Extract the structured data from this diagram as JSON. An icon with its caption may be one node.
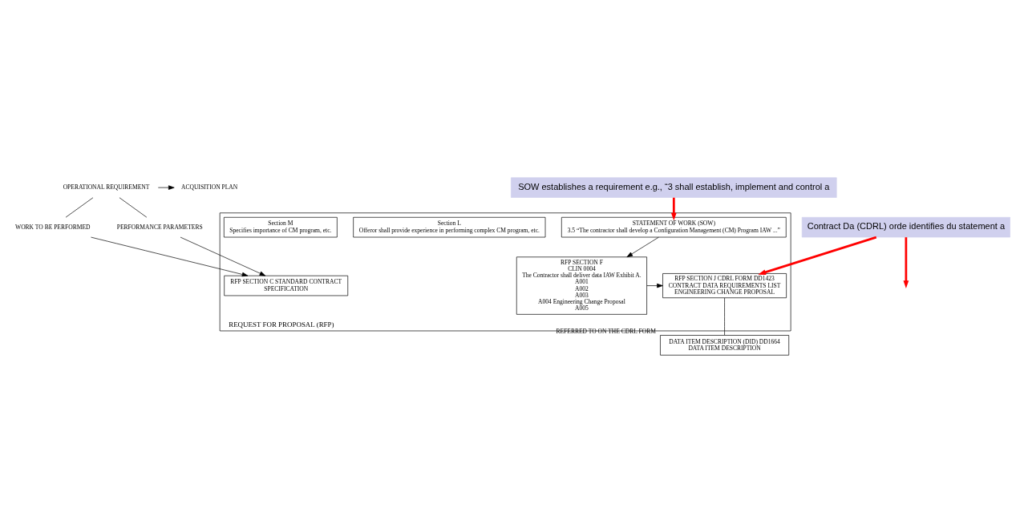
{
  "diagram": {
    "nodes": [
      {
        "text": [
          "OPERATIONAL REQUIREMENT"
        ]
      },
      {
        "text": [
          "ACQUISITION PLAN"
        ]
      },
      {
        "text": [
          "WORK TO BE PERFORMED"
        ]
      },
      {
        "text": [
          "PERFORMANCE PARAMETERS"
        ]
      },
      {
        "text": [
          "REQUEST FOR PROPOSAL (RFP)"
        ]
      },
      {
        "text": [
          "RFP SECTION C STANDARD CONTRACT",
          "SPECIFICATION"
        ],
        "in": 4
      },
      {
        "text": [
          "STATEMENT OF WORK (SOW)",
          "3.5 “The contractor shall develop a Configuration Management (CM) Program IAW ...”"
        ],
        "in": 4
      },
      {
        "text": [
          "RFP SECTION F",
          "CLIN 0004",
          "The Contractor shall deliver data IAW Exhibit A.",
          "A001",
          "A002",
          "A003",
          "A004 Engineering Change Proposal",
          "A005"
        ],
        "in": 4
      },
      {
        "text": [
          "RFP SECTION J CDRL FORM DD1423",
          "CONTRACT DATA REQUIREMENTS LIST",
          "ENGINEERING CHANGE PROPOSAL"
        ],
        "in": 4
      },
      {
        "text": [
          "Section L",
          "Offeror shall provide experience in performing complex CM program, etc."
        ],
        "in": 4
      },
      {
        "text": [
          "Section M",
          "Specifies importance of CM program, etc."
        ],
        "in": 4
      },
      {
        "text": [
          "DATA ITEM DESCRIPTION (DID) DD1664",
          "DATA ITEM DESCRIPTION"
        ],
        "beside": [
          "REFERRED TO ON THE CDRL FORM"
        ]
      },
      {
        "text": [
          "Contract Da (CDRL) orde identifies du statement a"
        ]
      },
      {
        "text": [
          "SOW establishes a requirement e.g., “3 shall establish, implement and control a"
        ]
      }
    ],
    "edges": [
      {
        "from": 0,
        "to": 1,
        "arrow": "to"
      },
      {
        "from": 0,
        "to": 2,
        "arrow": "none"
      },
      {
        "from": 0,
        "to": 3,
        "arrow": "none"
      },
      {
        "from": 2,
        "to": 5,
        "arrow": "to"
      },
      {
        "from": 3,
        "to": 5,
        "arrow": "to"
      },
      {
        "from": 7,
        "to": 8,
        "arrow": "to"
      },
      {
        "from": 6,
        "to": 7,
        "arrow": "to"
      },
      {
        "from": 8,
        "to": 11,
        "arrow": "none"
      },
      {
        "from": 12,
        "to": 8,
        "arrow": "to",
        "style": "thick",
        "color": "#ff0000"
      },
      {
        "from": 13,
        "to": 6,
        "arrow": "to",
        "style": "thick",
        "color": "#ff0000"
      },
      {
        "from": 12,
        "to": null,
        "arrow": "to",
        "style": "thick",
        "color": "#ff0000"
      }
    ]
  }
}
